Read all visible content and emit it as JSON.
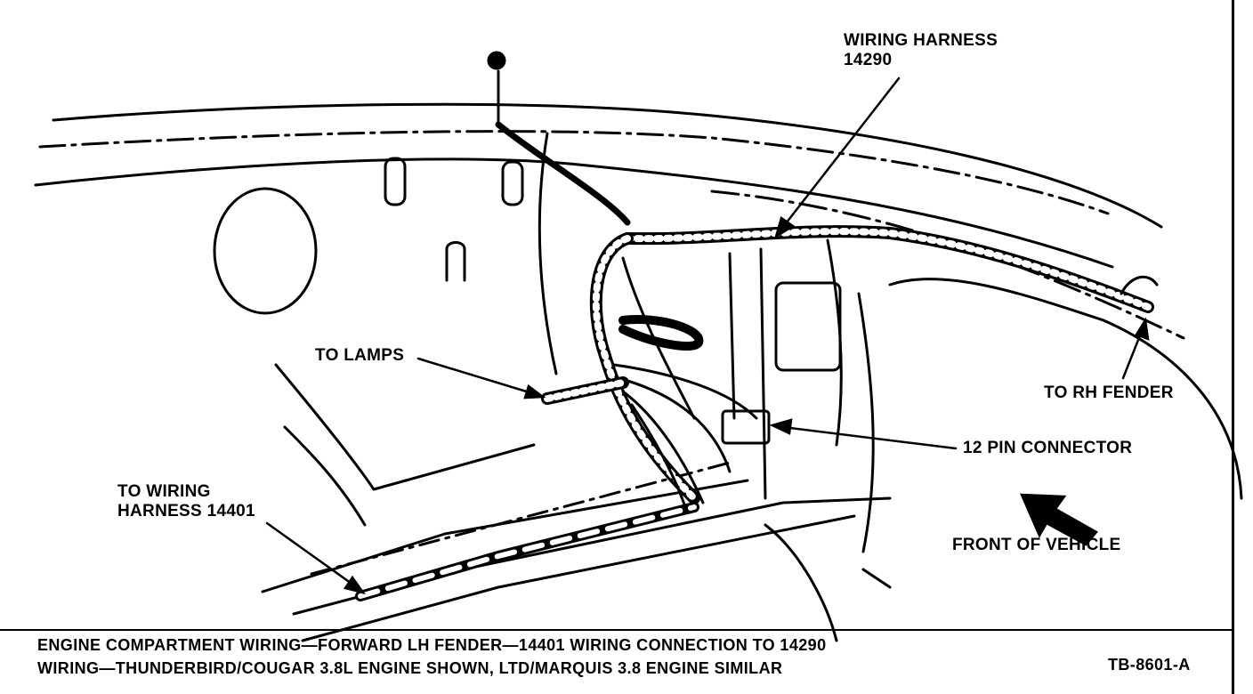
{
  "labels": {
    "wiring_harness_line1": "WIRING HARNESS",
    "wiring_harness_line2": "14290",
    "to_lamps": "TO LAMPS",
    "to_rh_fender": "TO RH FENDER",
    "pin_connector": "12 PIN CONNECTOR",
    "to_wiring_line1": "TO WIRING",
    "to_wiring_line2": "HARNESS 14401",
    "front_of_vehicle": "FRONT OF VEHICLE"
  },
  "caption": {
    "line1": "ENGINE COMPARTMENT WIRING—FORWARD LH FENDER—14401 WIRING CONNECTION TO 14290",
    "line2": "WIRING—THUNDERBIRD/COUGAR 3.8L ENGINE SHOWN, LTD/MARQUIS 3.8 ENGINE SIMILAR",
    "figure_id": "TB-8601-A"
  },
  "colors": {
    "ink": "#000000",
    "paper": "#ffffff"
  }
}
